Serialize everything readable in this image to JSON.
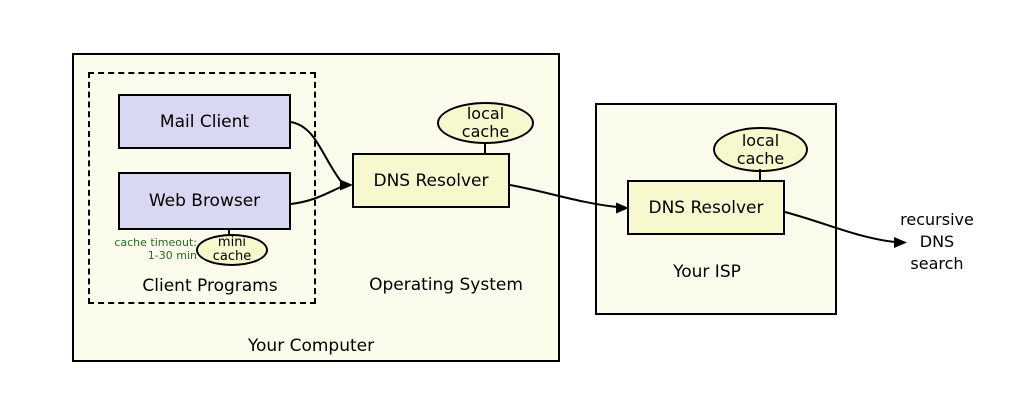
{
  "colors": {
    "page_bg": "#ffffff",
    "region_fill": "#fcfcec",
    "program_fill": "#d8d8f2",
    "cache_fill": "#f8f8cf",
    "stroke": "#000000",
    "green_text": "#266b26",
    "text": "#000000"
  },
  "your_computer": {
    "label": "Your Computer",
    "operating_system_label": "Operating System",
    "dns_resolver_label": "DNS Resolver",
    "local_cache": {
      "line1": "local",
      "line2": "cache"
    },
    "client_programs": {
      "label": "Client Programs",
      "mail_client_label": "Mail Client",
      "web_browser_label": "Web Browser",
      "cache_timeout": {
        "line1": "cache timeout:",
        "line2": "1-30 min"
      },
      "mini_cache": {
        "line1": "mini",
        "line2": "cache"
      }
    }
  },
  "your_isp": {
    "label": "Your ISP",
    "dns_resolver_label": "DNS Resolver",
    "local_cache": {
      "line1": "local",
      "line2": "cache"
    }
  },
  "recursive_search": {
    "line1": "recursive",
    "line2": "DNS",
    "line3": "search"
  }
}
